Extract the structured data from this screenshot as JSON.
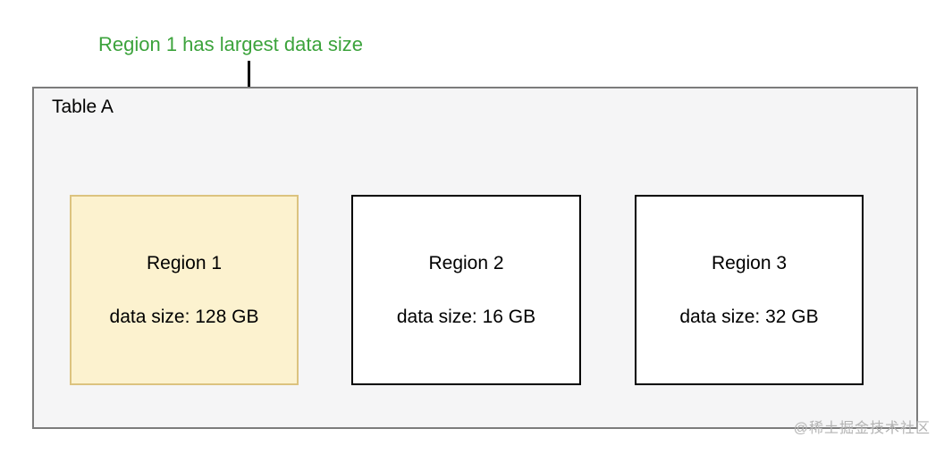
{
  "annotation": {
    "text": "Region 1 has largest data size",
    "color": "#3ca33c"
  },
  "table": {
    "label": "Table A"
  },
  "regions": [
    {
      "name": "Region 1",
      "data_size": "data size: 128 GB",
      "highlighted": true,
      "fill": "#fcf2cf",
      "stroke": "#dcc37f"
    },
    {
      "name": "Region 2",
      "data_size": "data size: 16 GB",
      "highlighted": false,
      "fill": "#ffffff",
      "stroke": "#000000"
    },
    {
      "name": "Region 3",
      "data_size": "data size: 32 GB",
      "highlighted": false,
      "fill": "#ffffff",
      "stroke": "#000000"
    }
  ],
  "watermark": {
    "text": "@稀土掘金技术社区"
  },
  "colors": {
    "table_fill": "#f5f5f6",
    "table_stroke": "#7c7c7c",
    "arrow": "#000000",
    "watermark": "#b3b3b3"
  }
}
